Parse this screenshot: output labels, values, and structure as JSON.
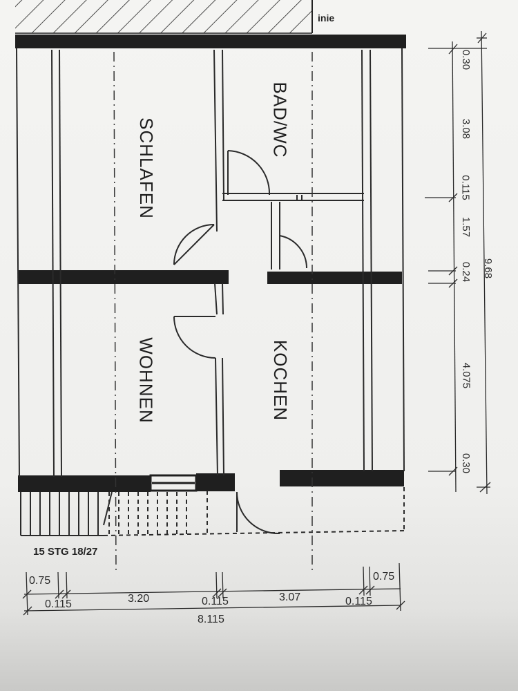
{
  "rooms": {
    "bad_wc": "BAD/WC",
    "schlafen": "SCHLAFEN",
    "wohnen": "WOHNEN",
    "kochen": "KOCHEN"
  },
  "dimensions": {
    "right_total": "9.68",
    "right_segments": [
      "0.30",
      "3.08",
      "0.115",
      "1.57",
      "0.24",
      "4.075",
      "0.30"
    ],
    "bottom_total": "8.115",
    "bottom_segments": [
      "0.75",
      "0.115",
      "3.20",
      "0.115",
      "3.07",
      "0.115",
      "0.75"
    ]
  },
  "annotations": {
    "stairs": "15 STG 18/27",
    "top_label_fragment": "inie"
  },
  "colors": {
    "wall": "#1f1f1f",
    "line": "#2a2a2a",
    "paper": "#f4f4f2"
  }
}
